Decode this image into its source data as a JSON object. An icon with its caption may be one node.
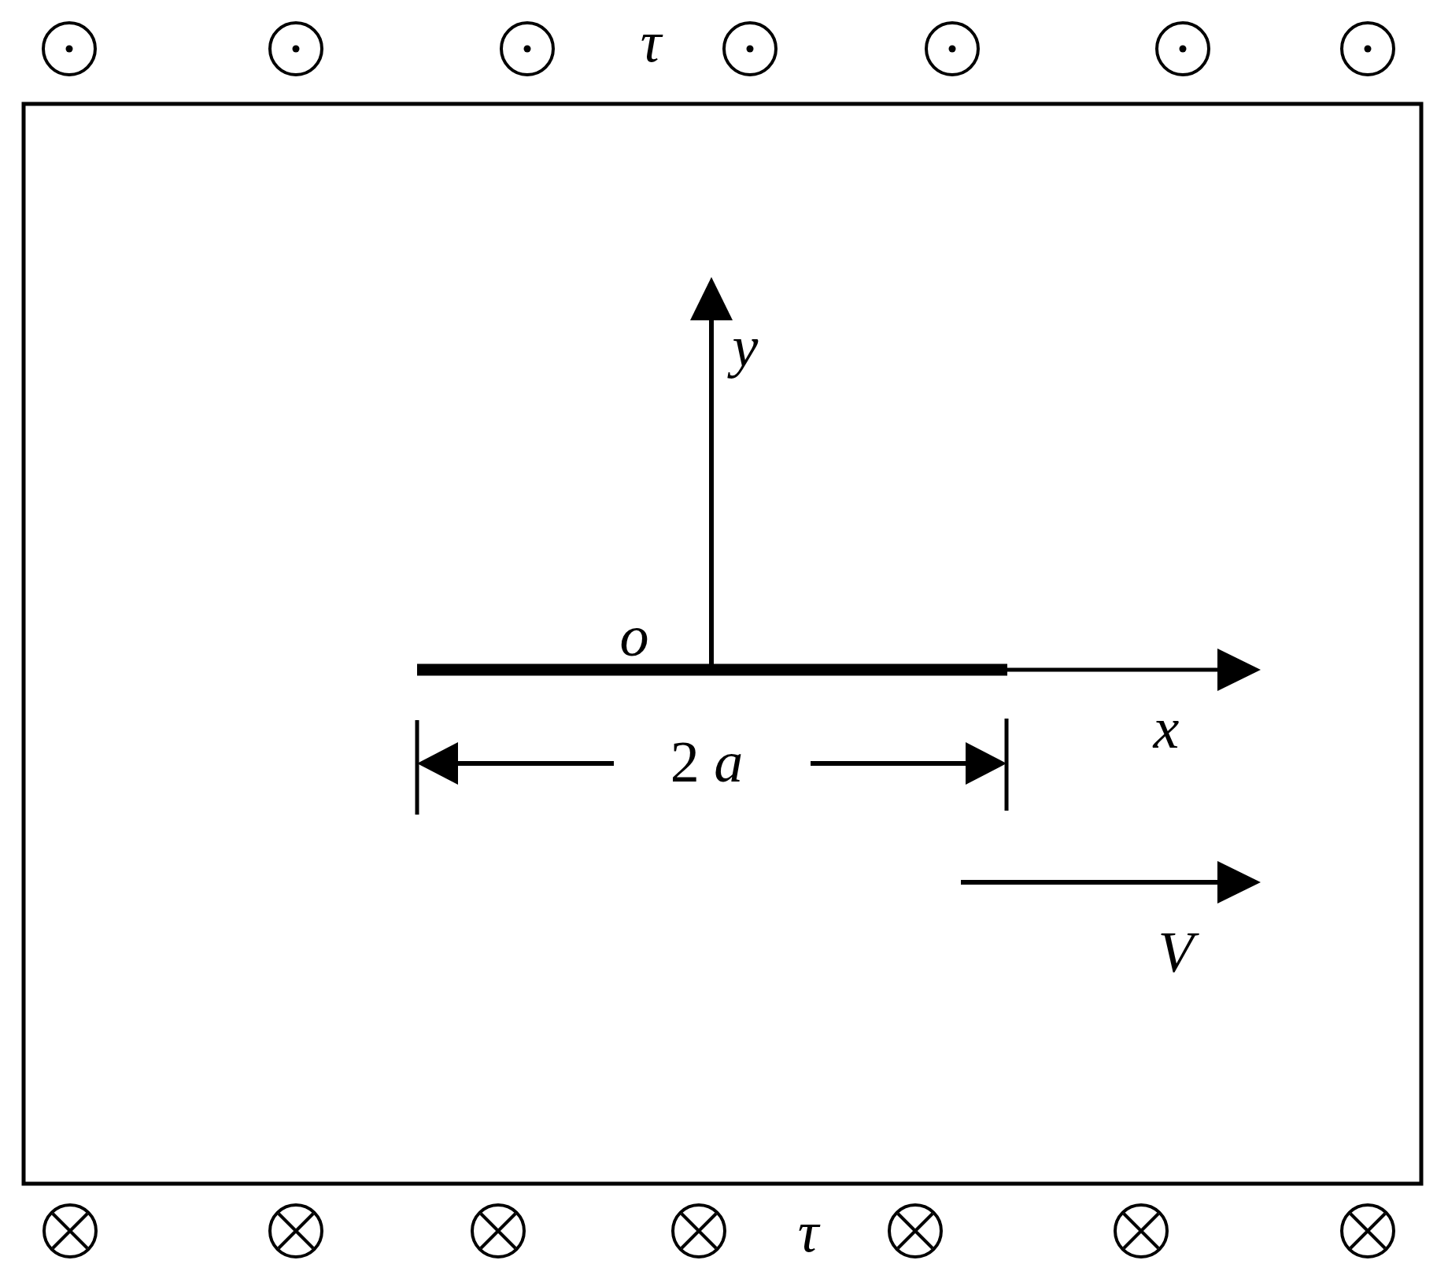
{
  "diagram": {
    "labels": [
      "τ",
      "y",
      "o",
      "x",
      "2 *a*",
      "V",
      "τ"
    ]
  }
}
